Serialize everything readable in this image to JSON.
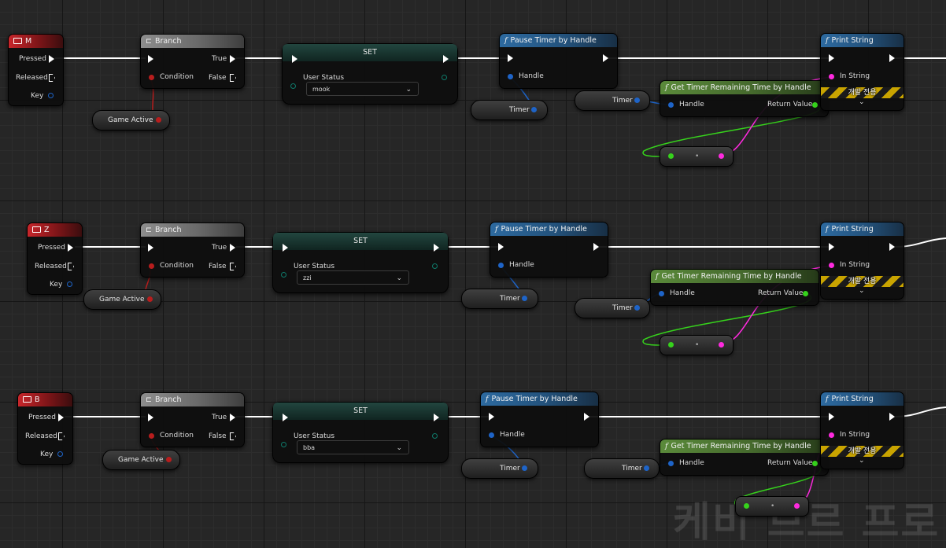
{
  "rows": [
    {
      "key": "M",
      "key_labels": {
        "pressed": "Pressed",
        "released": "Released",
        "key": "Key"
      },
      "branch": {
        "title": "Branch",
        "condition": "Condition",
        "true": "True",
        "false": "False"
      },
      "game_active": "Game Active",
      "set": {
        "title": "SET",
        "var": "User Status",
        "value": "mook"
      },
      "pause": {
        "title": "Pause Timer by Handle",
        "handle": "Handle"
      },
      "timer_a": "Timer",
      "timer_b": "Timer",
      "get_remaining": {
        "title": "Get Timer Remaining Time by Handle",
        "handle": "Handle",
        "ret": "Return Value"
      },
      "print": {
        "title": "Print String",
        "in": "In String",
        "dev": "개발 전용"
      }
    },
    {
      "key": "Z",
      "key_labels": {
        "pressed": "Pressed",
        "released": "Released",
        "key": "Key"
      },
      "branch": {
        "title": "Branch",
        "condition": "Condition",
        "true": "True",
        "false": "False"
      },
      "game_active": "Game Active",
      "set": {
        "title": "SET",
        "var": "User Status",
        "value": "zzi"
      },
      "pause": {
        "title": "Pause Timer by Handle",
        "handle": "Handle"
      },
      "timer_a": "Timer",
      "timer_b": "Timer",
      "get_remaining": {
        "title": "Get Timer Remaining Time by Handle",
        "handle": "Handle",
        "ret": "Return Value"
      },
      "print": {
        "title": "Print String",
        "in": "In String",
        "dev": "개발 전용"
      }
    },
    {
      "key": "B",
      "key_labels": {
        "pressed": "Pressed",
        "released": "Released",
        "key": "Key"
      },
      "branch": {
        "title": "Branch",
        "condition": "Condition",
        "true": "True",
        "false": "False"
      },
      "game_active": "Game Active",
      "set": {
        "title": "SET",
        "var": "User Status",
        "value": "bba"
      },
      "pause": {
        "title": "Pause Timer by Handle",
        "handle": "Handle"
      },
      "timer_a": "Timer",
      "timer_b": "Timer",
      "get_remaining": {
        "title": "Get Timer Remaining Time by Handle",
        "handle": "Handle",
        "ret": "Return Value"
      },
      "print": {
        "title": "Print String",
        "in": "In String",
        "dev": "개발 전용"
      }
    }
  ],
  "watermark": "케비 브르 프로",
  "colors": {
    "exec": "#ffffff",
    "bool": "#b81d1d",
    "struct": "#1e64c8",
    "float": "#36d21c",
    "string": "#ff2adf",
    "enum": "#0f7a6a"
  },
  "icons": {
    "key_event": "keyboard-icon",
    "branch": "branch-icon",
    "function": "function-icon",
    "dropdown": "chevron-down-icon"
  }
}
